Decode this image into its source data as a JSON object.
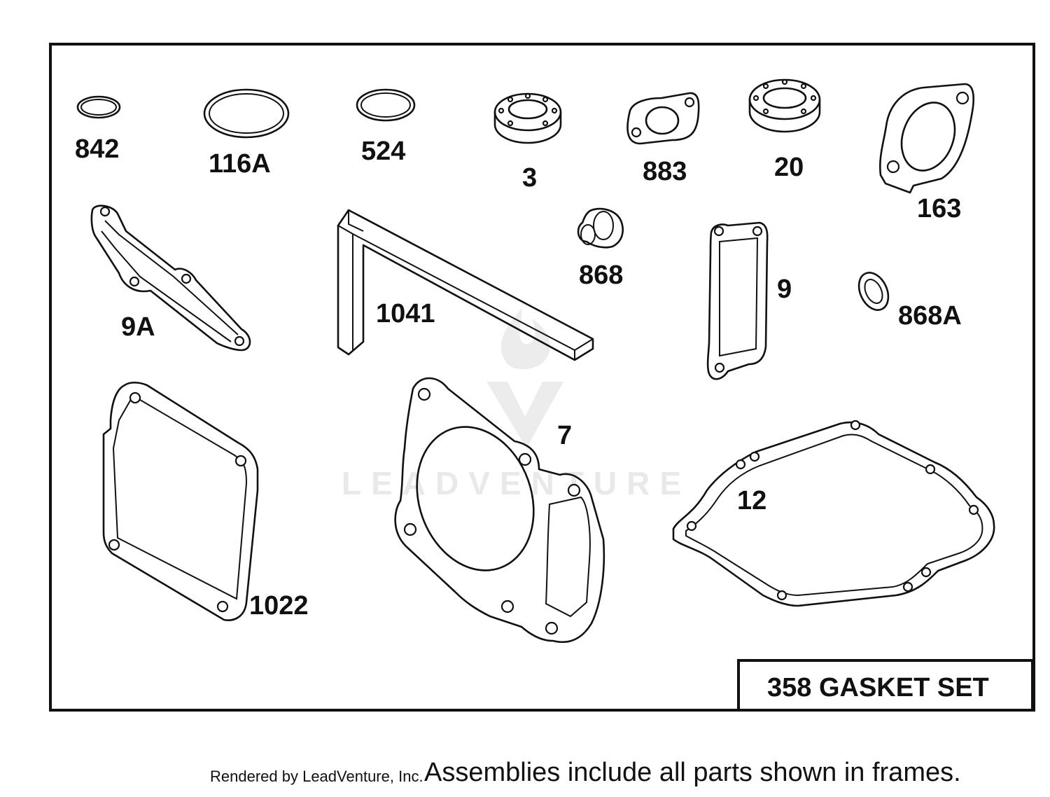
{
  "parts": {
    "p842": "842",
    "p116A": "116A",
    "p524": "524",
    "p3": "3",
    "p883": "883",
    "p20": "20",
    "p163": "163",
    "p9A": "9A",
    "p1041": "1041",
    "p868": "868",
    "p9": "9",
    "p868A": "868A",
    "p1022": "1022",
    "p7": "7",
    "p12": "12"
  },
  "assembly_label": "358 GASKET SET",
  "watermark": "LEADVENTURE",
  "footer": {
    "rendered_by": "Rendered by LeadVenture, Inc.",
    "note": "Assemblies include all parts shown in frames."
  }
}
